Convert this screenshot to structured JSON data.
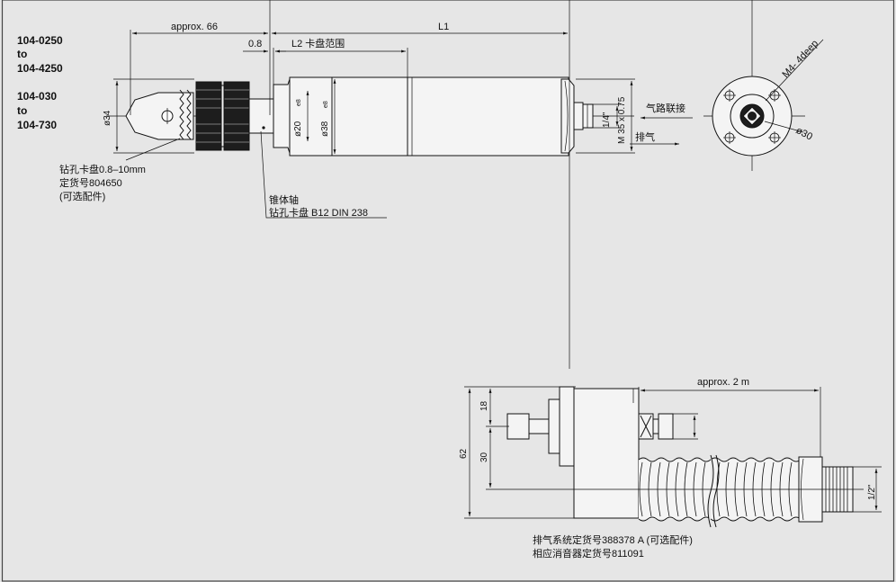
{
  "part_numbers": {
    "group1_from": "104-0250",
    "group1_to_word": "to",
    "group1_to": "104-4250",
    "group2_from": "104-030",
    "group2_to_word": "to",
    "group2_to": "104-730"
  },
  "dimensions": {
    "approx66": "approx. 66",
    "d08": "0.8",
    "l1": "L1",
    "l2": "L2 卡盘范围",
    "d34": "ø34",
    "d20": "ø20",
    "d20_tol": "e8",
    "d38": "ø38",
    "d38_tol": "e8",
    "quarter": "1/4\"",
    "m35": "M 35 x 0.75",
    "m4": "M4- 4deep",
    "d30": "ø30",
    "approx2m": "approx. 2 m",
    "h62": "62",
    "h18": "18",
    "h30": "30",
    "half": "1/2\""
  },
  "annotations": {
    "air_inlet": "气路联接",
    "exhaust": "排气",
    "chuck_line1": "钻孔卡盘0.8–10mm",
    "chuck_line2": "定货号804650",
    "chuck_line3": "(可选配件)",
    "taper_line1": "锥体轴",
    "taper_line2": "钻孔卡盘 B12 DIN 238",
    "exhaust_line1": "排气系统定货号388378 A (可选配件)",
    "exhaust_line2": "相应消音器定货号811091"
  }
}
